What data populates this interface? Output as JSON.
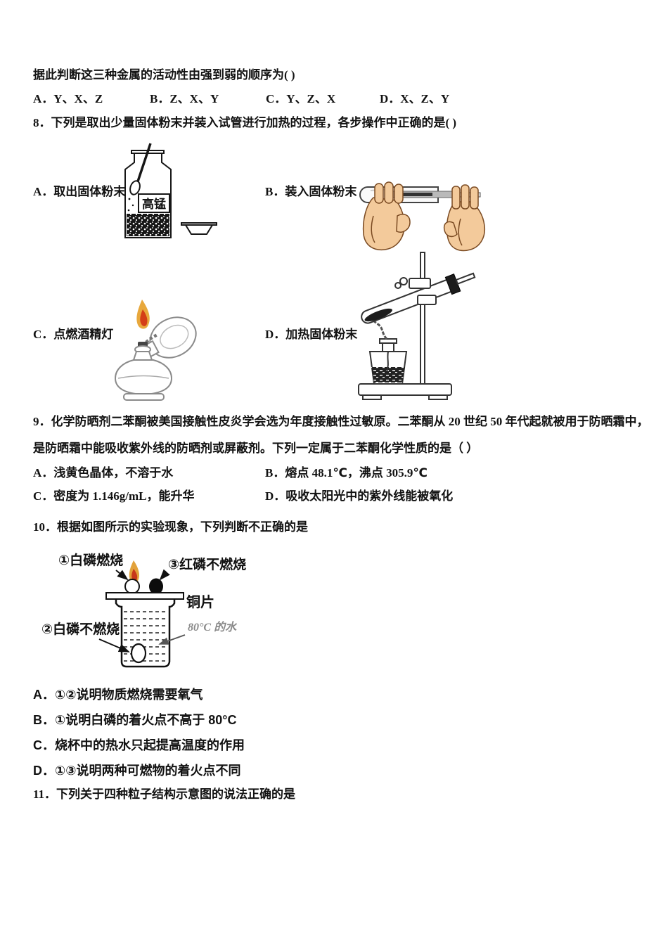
{
  "q7": {
    "stem": "据此判断这三种金属的活动性由强到弱的顺序为(        )",
    "options": [
      "A．Y、X、Z",
      "B．Z、X、Y",
      "C．Y、Z、X",
      "D．X、Z、Y"
    ]
  },
  "q8": {
    "stem": "8．下列是取出少量固体粉末并装入试管进行加热的过程，各步操作中正确的是( )",
    "option_a": "A．取出固体粉末",
    "option_b": "B．装入固体粉末",
    "option_c": "C．点燃酒精灯",
    "option_d": "D．加热固体粉末",
    "figure_a": {
      "bottle_label": "高锰"
    }
  },
  "q9": {
    "stem_line1": "9．化学防晒剂二苯酮被美国接触性皮炎学会选为年度接触性过敏原。二苯酮从 20 世纪 50 年代起就被用于防晒霜中，",
    "stem_line2": "是防晒霜中能吸收紫外线的防晒剂或屏蔽剂。下列一定属于二苯酮化学性质的是（      ）",
    "options": [
      "A．浅黄色晶体，不溶于水",
      "B．熔点 48.1℃，沸点 305.9℃",
      "C．密度为 1.146g/mL，能升华",
      "D．吸收太阳光中的紫外线能被氧化"
    ]
  },
  "q10": {
    "stem": "10．根据如图所示的实验现象，下列判断不正确的是",
    "figure": {
      "label_1": "①白磷燃烧",
      "label_2": "②白磷不燃烧",
      "label_3": "③红磷不燃烧",
      "label_copper": "铜片",
      "label_water": "80°C 的水"
    },
    "options": [
      "A．①②说明物质燃烧需要氧气",
      "B．①说明白磷的着火点不高于 80°C",
      "C．烧杯中的热水只起提高温度的作用",
      "D．①③说明两种可燃物的着火点不同"
    ]
  },
  "q11": {
    "stem": "11．下列关于四种粒子结构示意图的说法正确的是"
  },
  "colors": {
    "ink": "#121212",
    "flame_outer": "#E2A23B",
    "flame_core": "#C8371B",
    "skin": "#F3CA9B",
    "water_label_gray": "#8a8a8a"
  }
}
